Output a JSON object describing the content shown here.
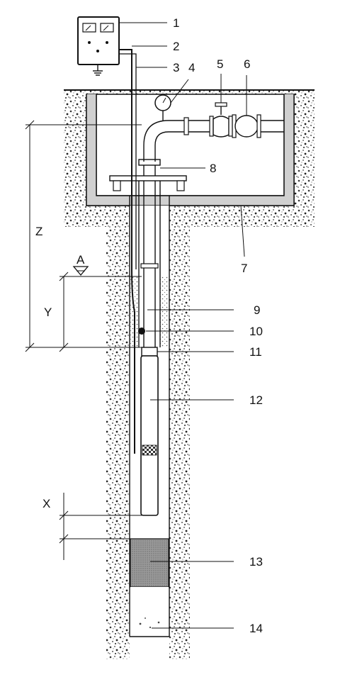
{
  "callouts": {
    "c1": "1",
    "c2": "2",
    "c3": "3",
    "c4": "4",
    "c5": "5",
    "c6": "6",
    "c7": "7",
    "c8": "8",
    "c9": "9",
    "c10": "10",
    "c11": "11",
    "c12": "12",
    "c13": "13",
    "c14": "14"
  },
  "dimensions": {
    "x": "X",
    "y": "Y",
    "z": "Z",
    "a": "A"
  },
  "colors": {
    "soil": "#bdbdbd",
    "ink": "#111111",
    "screen": "#8a8a8a",
    "water_hatch": "#555555"
  }
}
